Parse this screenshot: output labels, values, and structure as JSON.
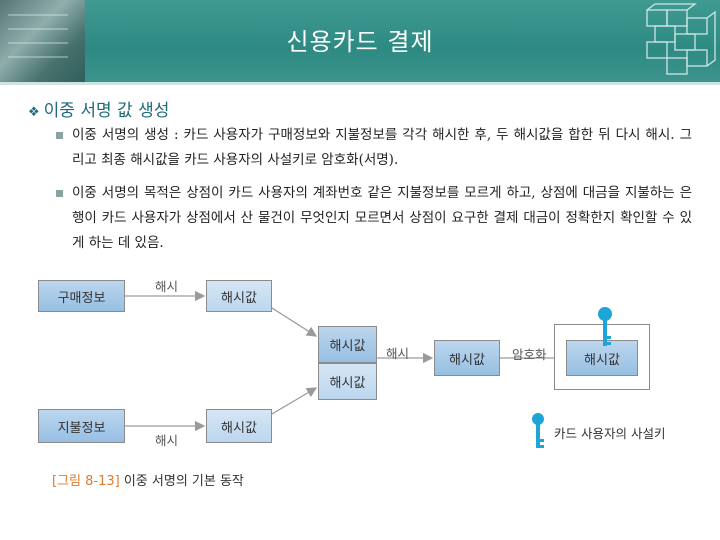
{
  "header": {
    "title": "신용카드 결제"
  },
  "section": {
    "title": "이중 서명 값 생성"
  },
  "points": [
    "이중 서명의 생성 : 카드 사용자가 구매정보와 지불정보를 각각 해시한 후, 두 해시값을 합한 뒤 다시 해시. 그리고 최종 해시값을 카드 사용자의 사설키로 암호화(서명).",
    "이중 서명의 목적은 상점이 카드 사용자의 계좌번호 같은 지불정보를 모르게 하고, 상점에 대금을 지불하는 은행이 카드 사용자가 상점에서 산 물건이 무엇인지 모르면서 상점이 요구한 결제 대금이 정확한지 확인할 수 있게 하는 데 있음."
  ],
  "diagram": {
    "purchase_info": "구매정보",
    "payment_info": "지불정보",
    "hash_value": "해시값",
    "hash": "해시",
    "encrypt": "암호화",
    "private_key": "카드 사용자의 사설키"
  },
  "caption": {
    "figure": "[그림 8-13]",
    "text": "이중 서명의 기본 동작"
  },
  "colors": {
    "header": "#2d8a82",
    "box": "#a9cbe9",
    "key": "#1fa4d8",
    "figure_label": "#e07a2e"
  }
}
